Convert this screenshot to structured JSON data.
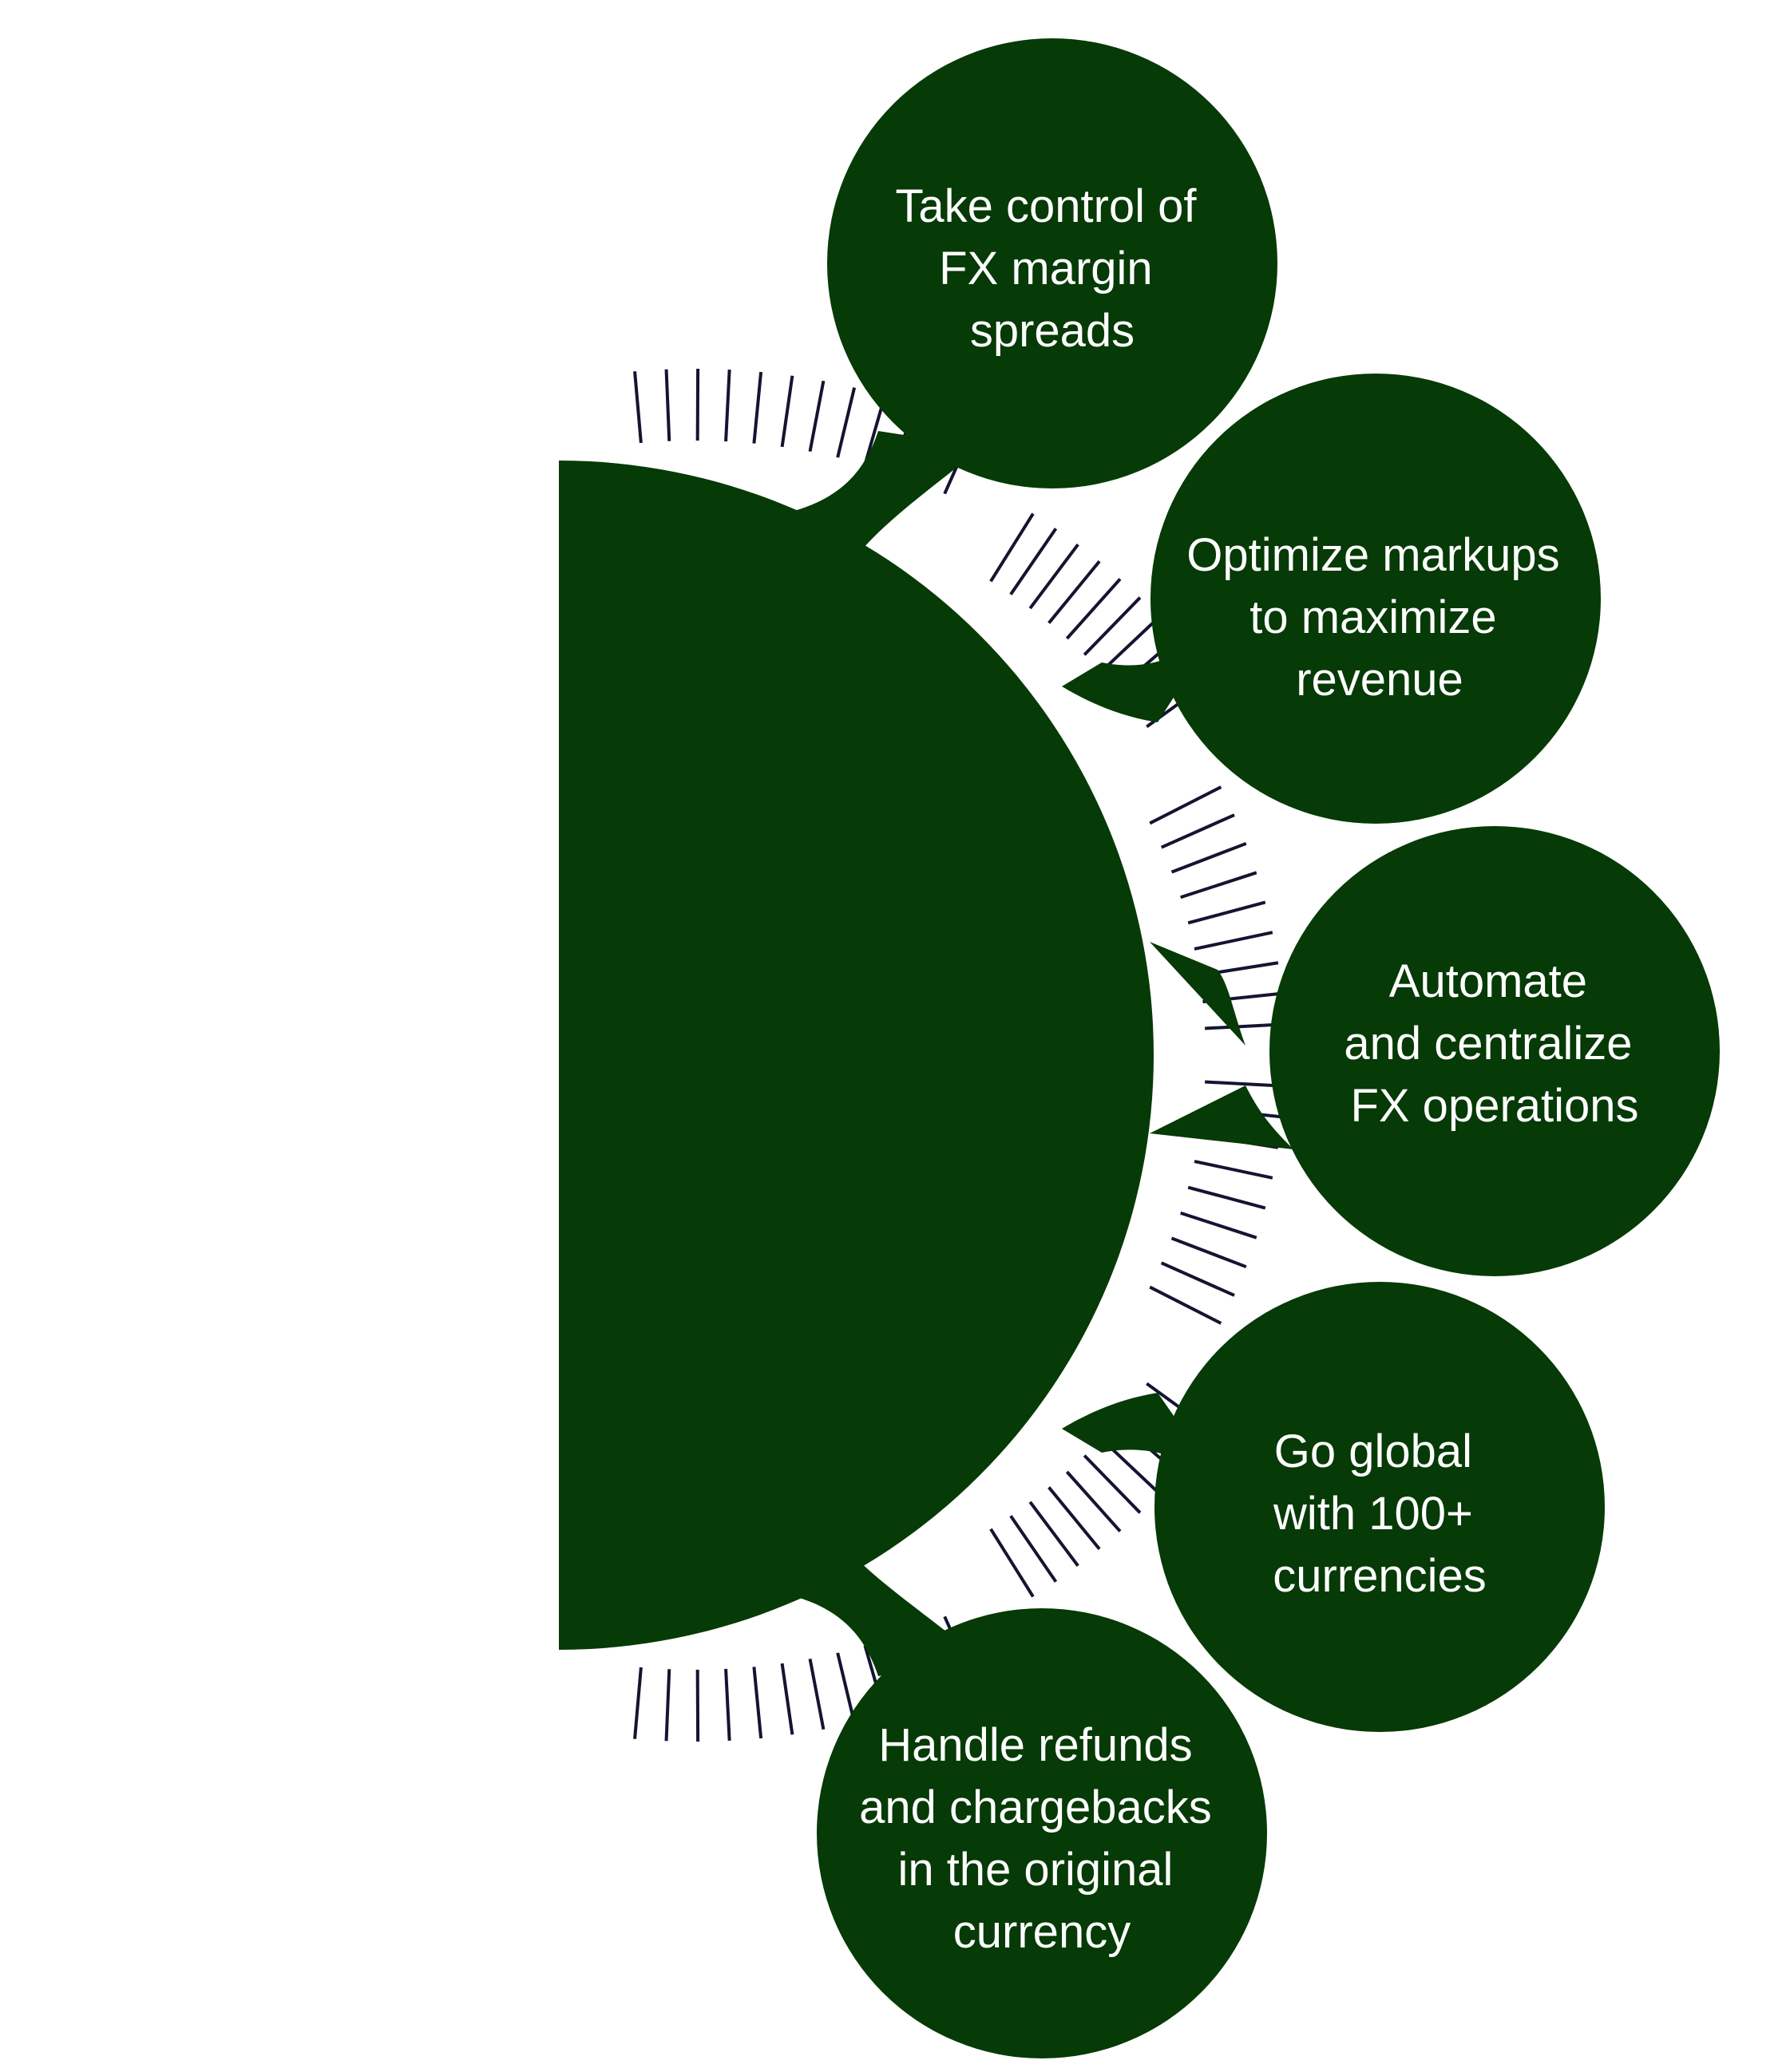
{
  "colors": {
    "background": "#ffffff",
    "shape_fill": "#063a06",
    "text": "#ffffff",
    "hatch": "#141432"
  },
  "benefits": [
    {
      "id": "fx-margin",
      "lines": [
        "Take control of",
        "FX margin",
        "spreads"
      ]
    },
    {
      "id": "markups",
      "lines": [
        "Optimize markups",
        "to maximize",
        "revenue"
      ]
    },
    {
      "id": "automate",
      "lines": [
        "Automate",
        "and centralize",
        "FX operations"
      ]
    },
    {
      "id": "global",
      "lines": [
        "Go global",
        "with 100+",
        "currencies"
      ]
    },
    {
      "id": "refunds",
      "lines": [
        "Handle refunds",
        "and chargebacks",
        "in the original",
        "currency"
      ]
    }
  ]
}
